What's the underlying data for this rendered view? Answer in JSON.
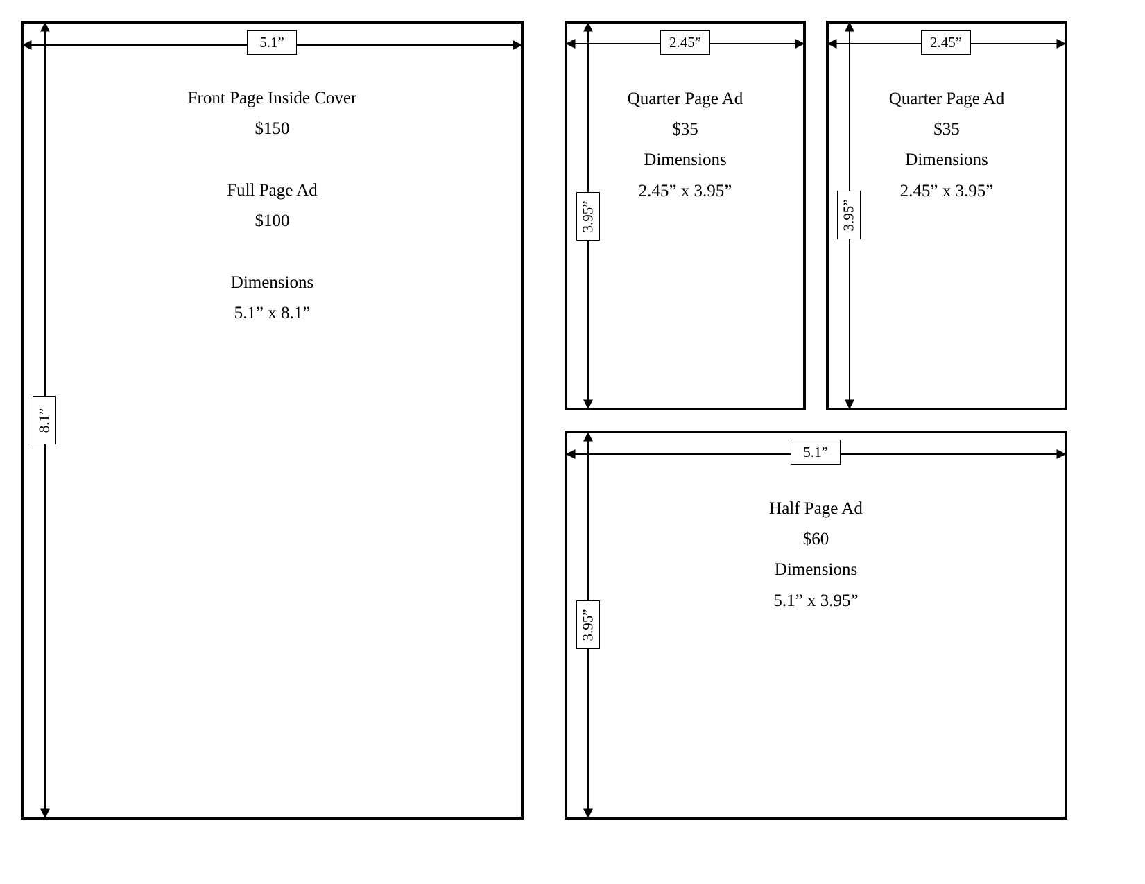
{
  "full_page": {
    "width_label": "5.1”",
    "height_label": "8.1”",
    "title": "Front Page Inside Cover",
    "title_price": "$150",
    "subtitle": "Full Page Ad",
    "subtitle_price": "$100",
    "dimensions_heading": "Dimensions",
    "dimensions_value": "5.1” x 8.1”"
  },
  "quarter_page_left": {
    "width_label": "2.45”",
    "height_label": "3.95”",
    "title": "Quarter Page Ad",
    "price": "$35",
    "dimensions_heading": "Dimensions",
    "dimensions_value": "2.45” x 3.95”"
  },
  "quarter_page_right": {
    "width_label": "2.45”",
    "height_label": "3.95”",
    "title": "Quarter Page Ad",
    "price": "$35",
    "dimensions_heading": "Dimensions",
    "dimensions_value": "2.45” x 3.95”"
  },
  "half_page": {
    "width_label": "5.1”",
    "height_label": "3.95”",
    "title": "Half Page Ad",
    "price": "$60",
    "dimensions_heading": "Dimensions",
    "dimensions_value": "5.1” x 3.95”"
  }
}
